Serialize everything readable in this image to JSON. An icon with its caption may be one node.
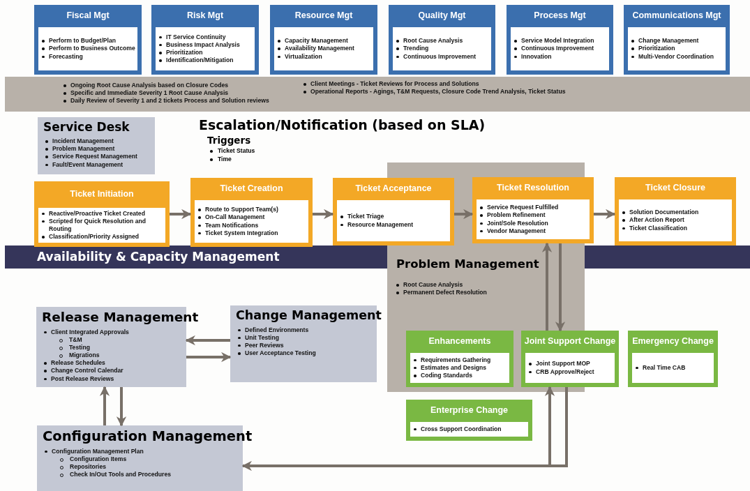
{
  "diagram": {
    "nodes": [
      {
        "text": [
          "Fiscal Mgt",
          "Perform to Budget/Plan",
          "Perform to Business Outcome",
          "Forecasting"
        ]
      },
      {
        "text": [
          "Risk Mgt",
          "IT Service Continuity",
          "Business Impact Analysis",
          "Prioritization",
          "Identification/Mitigation"
        ]
      },
      {
        "text": [
          "Resource Mgt",
          "Capacity Management",
          "Availability Management",
          "Virtualization"
        ]
      },
      {
        "text": [
          "Quality Mgt",
          "Root Cause Analysis",
          "Trending",
          "Continuous Improvement"
        ]
      },
      {
        "text": [
          "Process Mgt",
          "Service Model Integration",
          "Continuous Improvement",
          "Innovation"
        ]
      },
      {
        "text": [
          "Communications Mgt",
          "Change Management",
          "Prioritization",
          "Multi-Vendor Coordination"
        ]
      },
      {
        "text": [
          "Ongoing Root Cause Analysis based on Closure Codes",
          "Specific and Immediate Severity 1 Root Cause Analysis",
          "Daily Review of Severity 1 and 2 tickets Process and Solution reviews",
          "Client Meetings - Ticket Reviews for Process and Solutions",
          "Operational Reports - Agings, T&M Requests, Closure Code Trend Analysis, Ticket Status"
        ]
      },
      {
        "text": [
          "Service Desk",
          "Incident Management",
          "Problem Management",
          "Service Request Management",
          "Fault/Event Management"
        ]
      },
      {
        "text": [
          "Ticket Initiation",
          "Reactive/Proactive Ticket Created",
          "Scripted for Quick Resolution and Routing",
          "Classification/Priority Assigned"
        ]
      },
      {
        "text": [
          "Ticket Creation",
          "Route to Support Team(s)",
          "On-Call Management",
          "Team Notifications",
          "Ticket System Integration"
        ]
      },
      {
        "text": [
          "Problem Management",
          "Root Cause Analysis",
          "Permanent Defect Resolution"
        ]
      },
      {
        "text": [
          "Ticket Acceptance",
          "Ticket Triage",
          "Resource Management"
        ]
      },
      {
        "text": [
          "Ticket Resolution",
          "Service Request Fulfilled",
          "Problem Refinement",
          "Joint/Sole Resolution",
          "Vendor Management"
        ]
      },
      {
        "text": [
          "Ticket Closure",
          "Solution Documentation",
          "After Action Report",
          "Ticket Classification"
        ]
      },
      {
        "text": [
          "Availability & Capacity Management"
        ]
      },
      {
        "text": [
          "Release Management",
          "Client Integrated Approvals",
          "T&M",
          "Testing",
          "Migrations",
          "Release Schedules",
          "Change Control Calendar",
          "Post Release Reviews"
        ]
      },
      {
        "text": [
          "Change Management",
          "Defined Environments",
          "Unit Testing",
          "Peer Reviews",
          "User Acceptance Testing"
        ]
      },
      {
        "text": [
          "Enhancements",
          "Requirements Gathering",
          "Estimates and Designs",
          "Coding Standards"
        ],
        "in": 10
      },
      {
        "text": [
          "Joint Support Change",
          "Joint Support MOP",
          "CRB Approve/Reject"
        ]
      },
      {
        "text": [
          "Emergency Change",
          "Real Time CAB"
        ]
      },
      {
        "text": [
          "Enterprise Change",
          "Cross Support Coordination"
        ]
      },
      {
        "text": [
          "Configuration Management",
          "Configuration Management Plan",
          "Configuration Items",
          "Repositories",
          "Check In/Out Tools and Procedures"
        ]
      },
      {
        "text": [],
        "shape": "bar"
      }
    ],
    "edges": [
      {
        "from": 8,
        "to": 9,
        "arrow": "to"
      },
      {
        "from": 9,
        "to": 11,
        "arrow": "to"
      },
      {
        "from": 11,
        "to": 12,
        "arrow": "to"
      },
      {
        "from": 12,
        "to": 13,
        "arrow": "to"
      },
      {
        "from": 18,
        "to": 12,
        "arrow": "to"
      },
      {
        "from": 12,
        "to": 18,
        "arrow": "to"
      },
      {
        "from": 16,
        "to": 15,
        "arrow": "to"
      },
      {
        "from": 15,
        "to": 16,
        "arrow": "to"
      },
      {
        "from": 21,
        "to": 15,
        "arrow": "to"
      },
      {
        "from": 15,
        "to": 21,
        "arrow": "to"
      },
      {
        "from": 21,
        "to": 18,
        "arrow": "to"
      },
      {
        "from": 18,
        "to": 21,
        "arrow": "to"
      }
    ],
    "labels": [
      "Escalation/Notification (based on SLA)",
      "Triggers",
      "Ticket Status",
      "Time"
    ]
  }
}
